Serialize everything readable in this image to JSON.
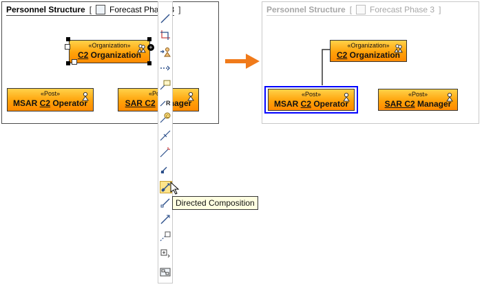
{
  "left_panel": {
    "diagram_title": "Personnel Structure",
    "tab_name": "Forecast Phase 3",
    "organization": {
      "stereotype": "«Organization»",
      "name_prefix": "C2",
      "name_rest": " Organization"
    },
    "post1": {
      "stereotype": "«Post»",
      "name_prefix": "MSAR ",
      "name_mid": "C2",
      "name_rest": " Operator"
    },
    "post2": {
      "stereotype": "«Post»",
      "name_prefix": "SAR",
      "name_mid": " C2",
      "name_rest": " Manager"
    }
  },
  "right_panel": {
    "diagram_title": "Personnel Structure",
    "tab_name": "Forecast Phase 3",
    "organization": {
      "stereotype": "«Organization»",
      "name_prefix": "C2",
      "name_rest": " Organization"
    },
    "post1": {
      "stereotype": "«Post»",
      "name_prefix": "MSAR ",
      "name_mid": "C2",
      "name_rest": " Operator"
    },
    "post2": {
      "stereotype": "«Post»",
      "name_prefix": "SAR",
      "name_mid": " C2",
      "name_rest": " Manager"
    }
  },
  "palette": {
    "tooltip": "Directed Composition",
    "icons": [
      "line-icon",
      "crop-icon",
      "user-add-icon",
      "dashed-arrow-icon",
      "note-icon",
      "r-icon",
      "c-icon",
      "connector-icon",
      "branch-icon",
      "corner-arrow-icon",
      "association-icon",
      "directed-composition-icon",
      "line2-icon",
      "directed-line-icon",
      "note-link-icon",
      "grid-settings-icon",
      "diagram-icon"
    ]
  },
  "colors": {
    "accent_arrow": "#f07a1a",
    "selection": "#0000ff",
    "shape_top": "#ffd24a",
    "shape_bottom": "#ff8a00"
  }
}
